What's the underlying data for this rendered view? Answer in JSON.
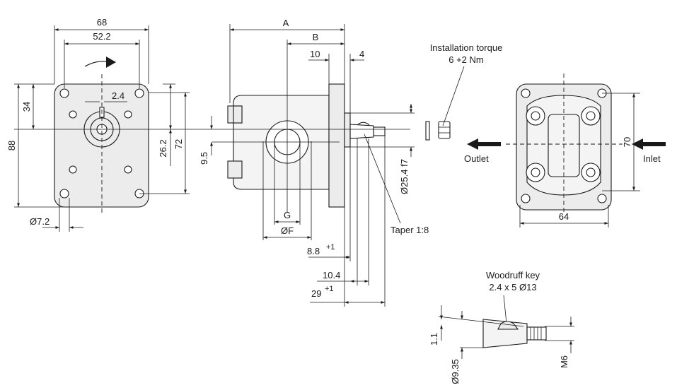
{
  "front_view": {
    "width_outer": "68",
    "width_holes": "52.2",
    "key_width": "2.4",
    "height_total": "88",
    "height_upper": "34",
    "hole_diameter": "Ø7.2",
    "height_ports": "26.2",
    "height_mid": "72"
  },
  "side_view": {
    "dim_a": "A",
    "dim_b": "B",
    "dim_10": "10",
    "dim_4": "4",
    "dim_9_5": "9.5",
    "shaft_diameter": "Ø25.4 f7",
    "port_g": "G",
    "port_f": "ØF",
    "taper": "Taper 1:8",
    "dim_8_8": "8.8",
    "dim_8_8_tol": "+1",
    "dim_10_4": "10.4",
    "dim_29": "29",
    "dim_29_tol": "+1"
  },
  "torque": {
    "line1": "Installation torque",
    "line2": "6 +2 Nm"
  },
  "rear_view": {
    "outlet": "Outlet",
    "inlet": "Inlet",
    "height": "70",
    "width": "64"
  },
  "key_detail": {
    "title_line1": "Woodruff key",
    "title_line2": "2.4 x 5 Ø13",
    "dim_1_1": "1.1",
    "dim_9_35": "Ø9.35",
    "thread": "M6"
  }
}
